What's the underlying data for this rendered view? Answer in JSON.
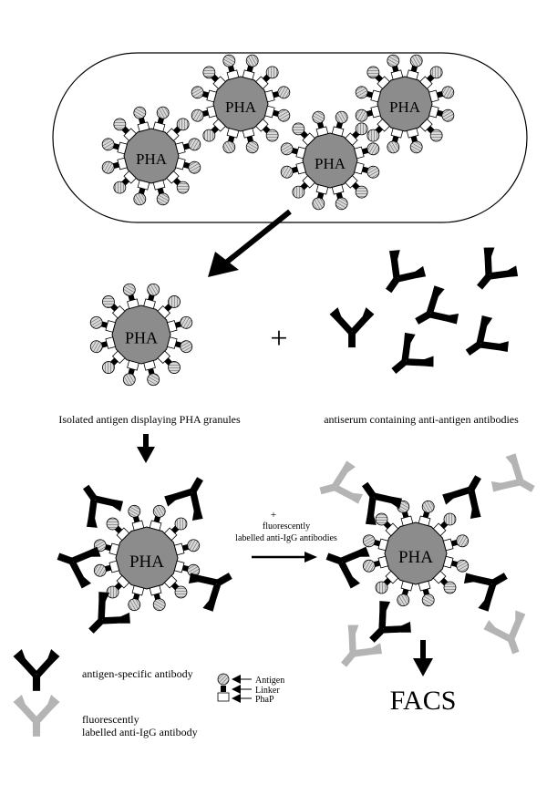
{
  "granule_label": "PHA",
  "captions": {
    "isolated": "Isolated antigen displaying PHA granules",
    "antiserum": "antiserum containing anti-antigen antibodies",
    "plus": "+",
    "reaction_plus": "+",
    "reaction_line1": "fluorescently",
    "reaction_line2": "labelled anti-IgG antibodies",
    "facs": "FACS"
  },
  "legend": {
    "antigen": "Antigen",
    "linker": "Linker",
    "phap": "PhaP",
    "specific_antibody": "antigen-specific antibody",
    "labelled_line1": "fluorescently",
    "labelled_line2": "labelled anti-IgG antibody"
  },
  "colors": {
    "granule": "#8c8c8c",
    "antibody_specific": "#000000",
    "antibody_labelled": "#b4b4b4",
    "antigen_fill": "#cfcfcf"
  }
}
